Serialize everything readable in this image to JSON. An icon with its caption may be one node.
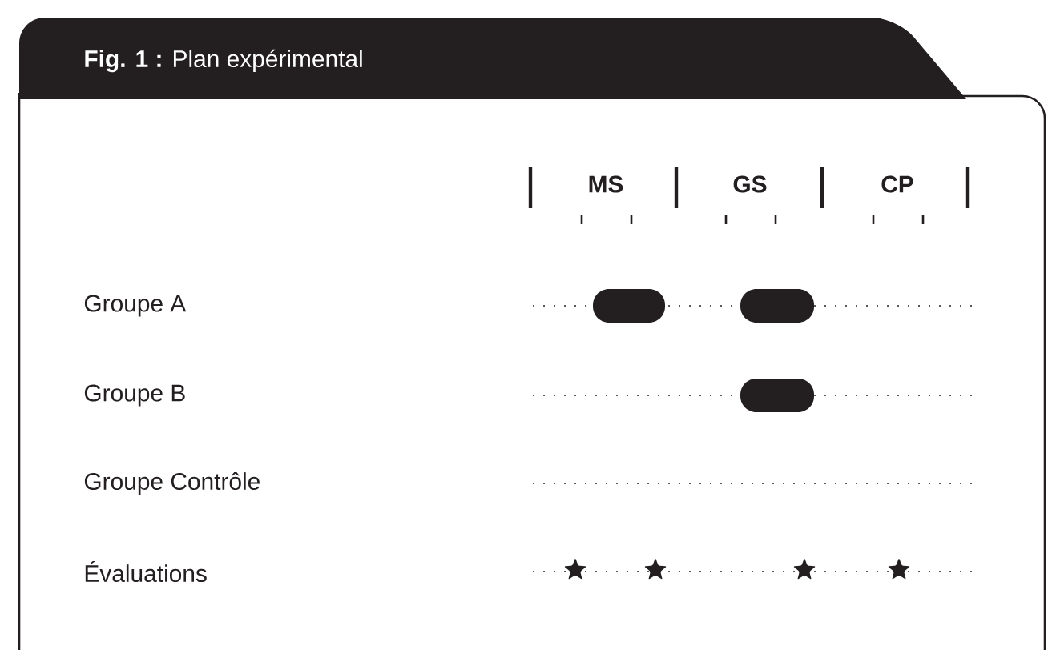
{
  "diagram": {
    "title": "**Fig. 1 :** Plan expérimental",
    "labels": [
      "MS",
      "GS",
      "CP",
      "Groupe A",
      "Groupe B",
      "Groupe Contrôle",
      "Évaluations"
    ]
  }
}
